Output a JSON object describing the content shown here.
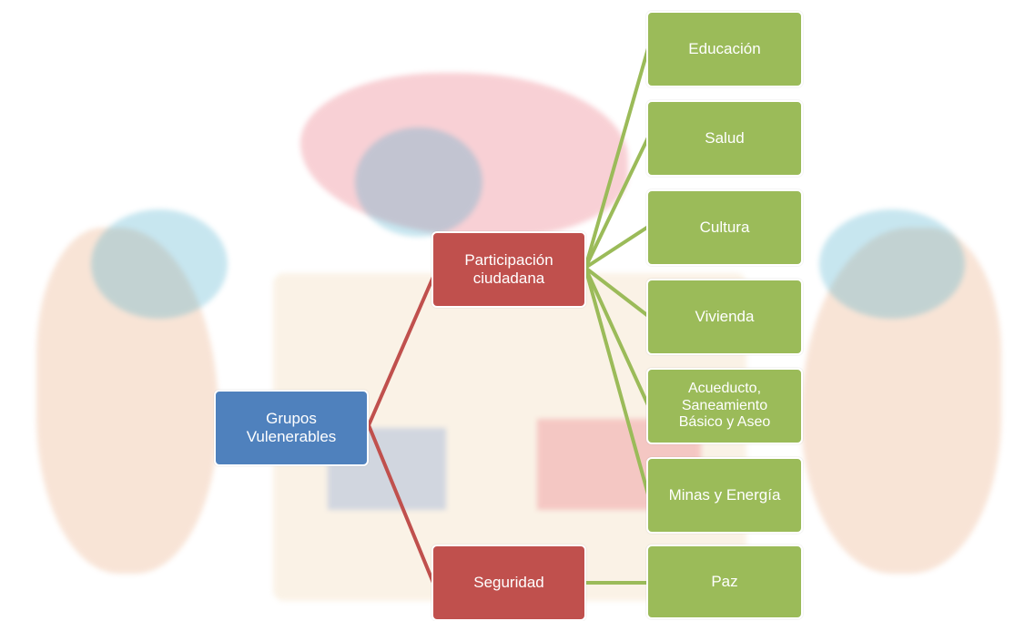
{
  "colors": {
    "root": "#4f81bd",
    "mid": "#c0504d",
    "leaf": "#9bbb59",
    "mid_line": "#c0504d",
    "leaf_line": "#9bbb59"
  },
  "background": {
    "description_icon": "coat-of-arms-watermark"
  },
  "root": {
    "label": "Grupos Vulenerables"
  },
  "mid": [
    {
      "id": "participacion",
      "label": "Participación ciudadana"
    },
    {
      "id": "seguridad",
      "label": "Seguridad"
    }
  ],
  "leaves": [
    {
      "parent": "participacion",
      "label": "Educación"
    },
    {
      "parent": "participacion",
      "label": "Salud"
    },
    {
      "parent": "participacion",
      "label": "Cultura"
    },
    {
      "parent": "participacion",
      "label": "Vivienda"
    },
    {
      "parent": "participacion",
      "label": "Acueducto, Saneamiento Básico y Aseo"
    },
    {
      "parent": "participacion",
      "label": "Minas y Energía"
    },
    {
      "parent": "seguridad",
      "label": "Paz"
    }
  ]
}
